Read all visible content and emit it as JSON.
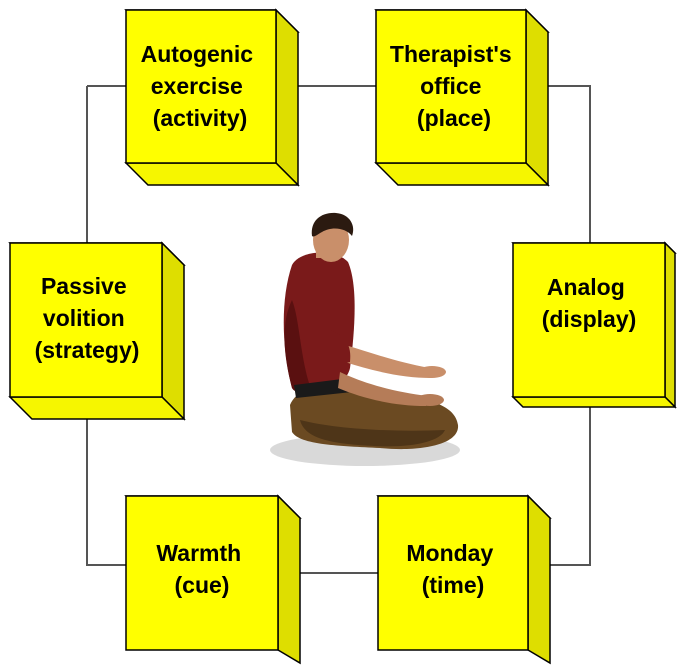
{
  "colors": {
    "box_front": "#ffff00",
    "box_top": "#f6f600",
    "box_side": "#dede00",
    "box_stroke": "#000000",
    "connector": "#555555",
    "shirt": "#7a1a1a",
    "pants": "#6b4a22",
    "skin": "#c98f6a",
    "hair": "#2b1a10",
    "shadow": "#d8d8d8"
  },
  "icons": {
    "figure": "seated-meditating-man-figure"
  },
  "boxes": {
    "activity": {
      "lines": [
        "Autogenic",
        "exercise",
        "(activity)"
      ]
    },
    "place": {
      "lines": [
        "Therapist's",
        "office",
        "(place)"
      ]
    },
    "strategy": {
      "lines": [
        "Passive",
        "volition",
        "(strategy)"
      ]
    },
    "display": {
      "lines": [
        "Analog",
        "(display)"
      ]
    },
    "cue": {
      "lines": [
        "Warmth",
        "(cue)"
      ]
    },
    "time": {
      "lines": [
        "Monday",
        "(time)"
      ]
    }
  }
}
